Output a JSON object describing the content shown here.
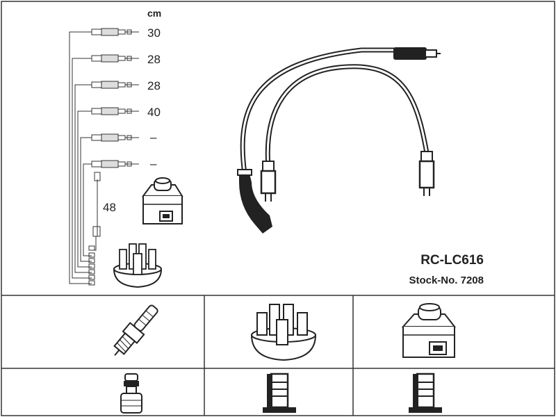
{
  "header": {
    "unit_label": "cm"
  },
  "cable_set": {
    "lengths": [
      "30",
      "28",
      "28",
      "40",
      "–",
      "–"
    ],
    "coil_lead_length": "48"
  },
  "product": {
    "model": "RC-LC616",
    "stock_number": "Stock-No. 7208"
  },
  "compatibility": {
    "items": [
      "spark-plug-icon",
      "distributor-cap-icon",
      "ignition-coil-icon"
    ],
    "connectors": [
      "plug-boot-connector-icon",
      "cap-terminal-connector-icon",
      "coil-terminal-connector-icon"
    ]
  }
}
